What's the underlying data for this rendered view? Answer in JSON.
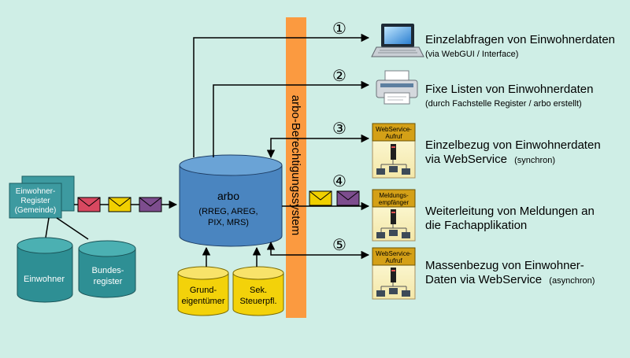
{
  "colors": {
    "background": "#cfeee6",
    "teal": "#2e8f94",
    "teal_top": "#4bb0b2",
    "blue": "#4a85c0",
    "blue_top": "#6aa3d6",
    "gold": "#f3d20a",
    "orange": "#fb9a40",
    "env_red": "#d84860",
    "env_yellow": "#f0d000",
    "env_purple": "#7d4d8e"
  },
  "register_box": {
    "line1": "Einwohner-",
    "line2": "Register",
    "line3": "(Gemeinde)"
  },
  "einwohner": {
    "label": "Einwohner"
  },
  "bundesregister": {
    "line1": "Bundes-",
    "line2": "register"
  },
  "arbo": {
    "title": "arbo",
    "line1": "(RREG, AREG,",
    "line2": "PIX, MRS)"
  },
  "grund": {
    "line1": "Grund-",
    "line2": "eigentümer"
  },
  "sek": {
    "line1": "Sek.",
    "line2": "Steuerpfl."
  },
  "berechtigung": {
    "label": "arbo-Berechtigungssystem"
  },
  "ws1": {
    "line1": "WebService-",
    "line2": "Aufruf"
  },
  "meld": {
    "line1": "Meldungs-",
    "line2": "empfänger"
  },
  "ws2": {
    "line1": "WebService-",
    "line2": "Aufruf"
  },
  "numbers": [
    "①",
    "②",
    "③",
    "④",
    "⑤"
  ],
  "outputs": [
    {
      "main": "Einzelabfragen von Einwohnerdaten",
      "sub": "(via WebGUI / Interface)"
    },
    {
      "main": "Fixe Listen von Einwohnerdaten",
      "sub": "(durch Fachstelle Register / arbo erstellt)"
    },
    {
      "main1": "Einzelbezug von Einwohnerdaten",
      "main2": "via WebService",
      "sub": "(synchron)"
    },
    {
      "main1": "Weiterleitung von Meldungen an",
      "main2": "die Fachapplikation"
    },
    {
      "main1": "Massenbezug von Einwohner-",
      "main2": "Daten via WebService",
      "sub": "(asynchron)"
    }
  ]
}
